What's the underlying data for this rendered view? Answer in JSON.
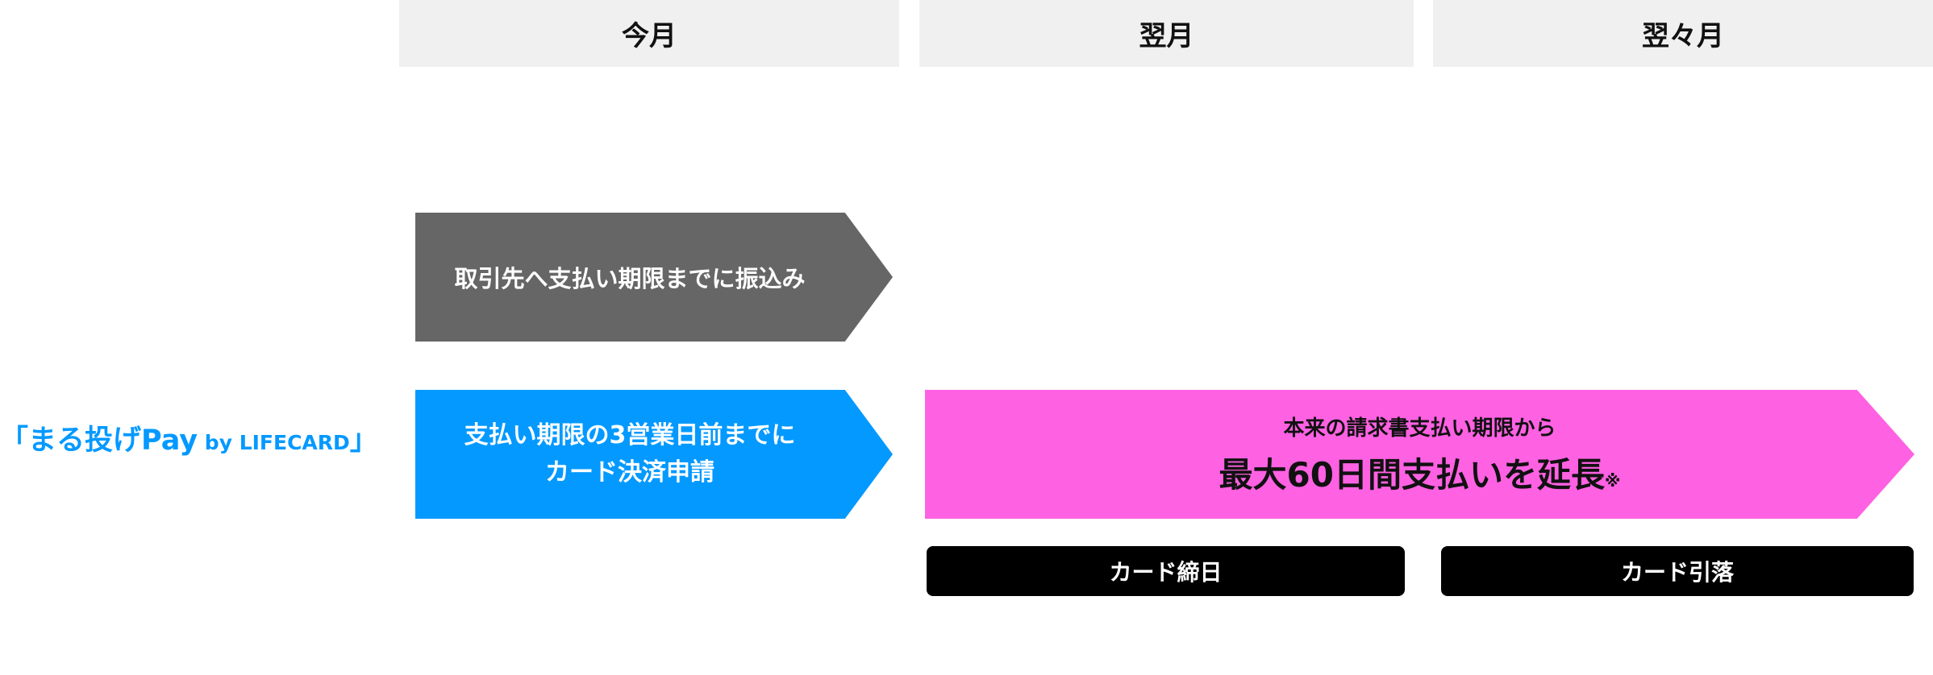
{
  "months": {
    "current": "今月",
    "next": "翌月",
    "after_next": "翌々月"
  },
  "left_label": {
    "open_bracket": "「",
    "name": "まる投げPay",
    "suffix": " by LIFECARD",
    "close_bracket": "」"
  },
  "arrows": {
    "transfer": "取引先へ支払い期限までに振込み",
    "apply_line1": "支払い期限の3営業日前までに",
    "apply_line2": "カード決済申請",
    "extend_sub": "本来の請求書支払い期限から",
    "extend_main": "最大60日間支払いを延長",
    "extend_note": "※"
  },
  "pills": {
    "closing": "カード締日",
    "debit": "カード引落"
  },
  "colors": {
    "header_bg": "#f0f0f0",
    "gray_arrow": "#666666",
    "blue": "#0399ff",
    "pink": "#ff61e3",
    "pill": "#000000"
  }
}
